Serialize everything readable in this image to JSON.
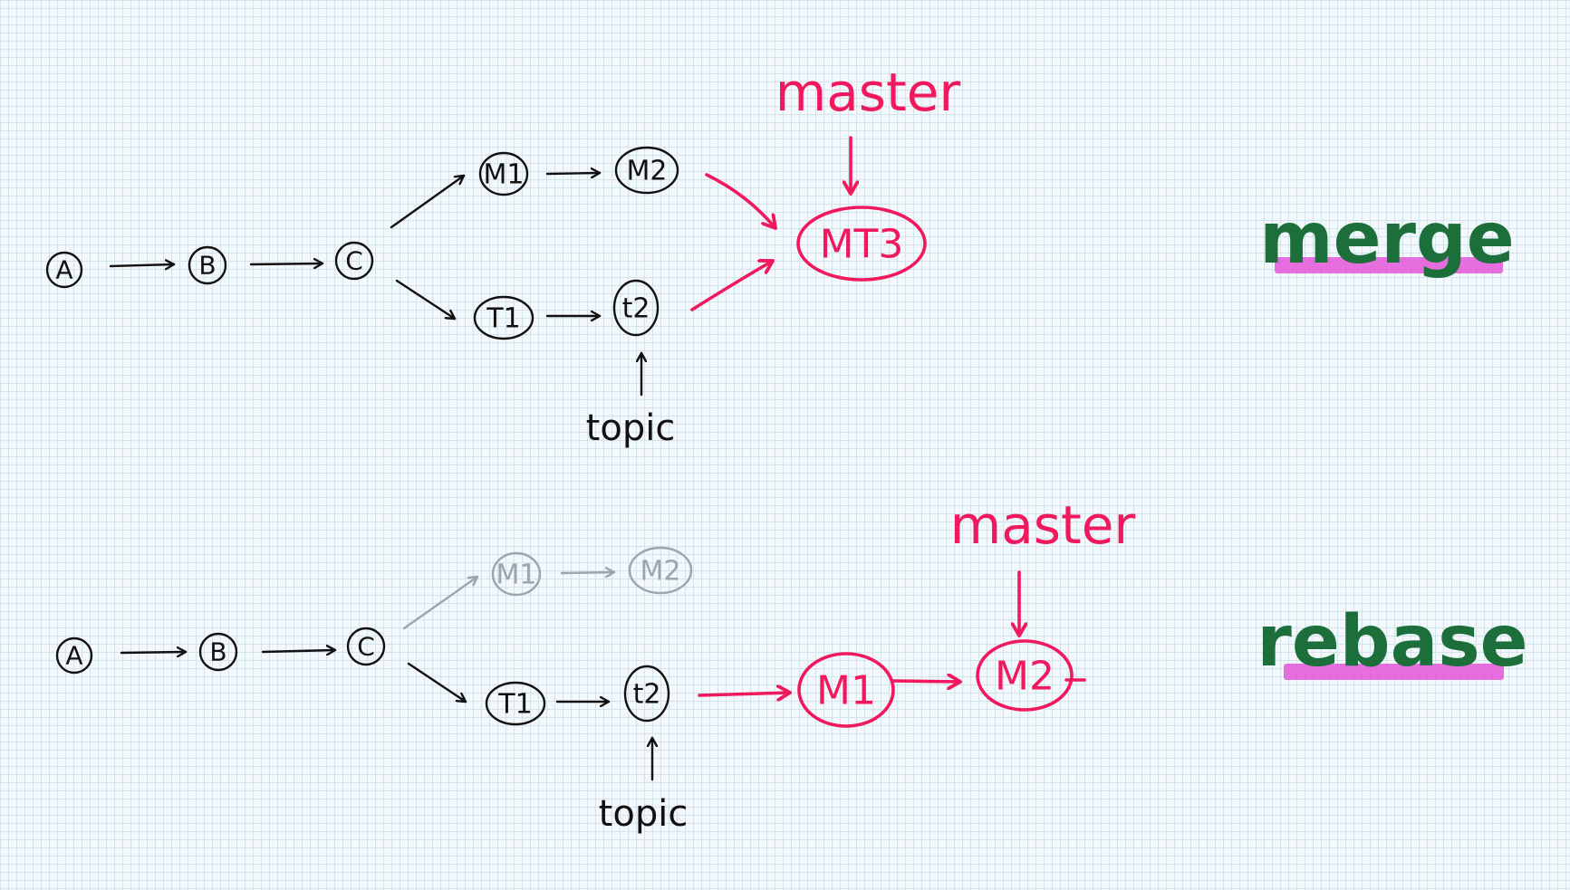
{
  "colors": {
    "ink": "#111111",
    "accent": "#f0195e",
    "faded": "#9aa5ad",
    "title": "#1c6e3a",
    "highlight": "#e456d8",
    "grid": "#d2e3ec",
    "background": "#f2f8fb"
  },
  "merge": {
    "title": "merge",
    "master_label": "master",
    "topic_label": "topic",
    "nodes": {
      "a": "A",
      "b": "B",
      "c": "C",
      "m1": "M1",
      "m2": "M2",
      "t1": "T1",
      "t2": "t2",
      "mt3": "MT3"
    }
  },
  "rebase": {
    "title": "rebase",
    "master_label": "master",
    "topic_label": "topic",
    "nodes": {
      "a": "A",
      "b": "B",
      "c": "C",
      "m1_old": "M1",
      "m2_old": "M2",
      "t1": "T1",
      "t2": "t2",
      "m1_new": "M1",
      "m2_new": "M2"
    }
  }
}
